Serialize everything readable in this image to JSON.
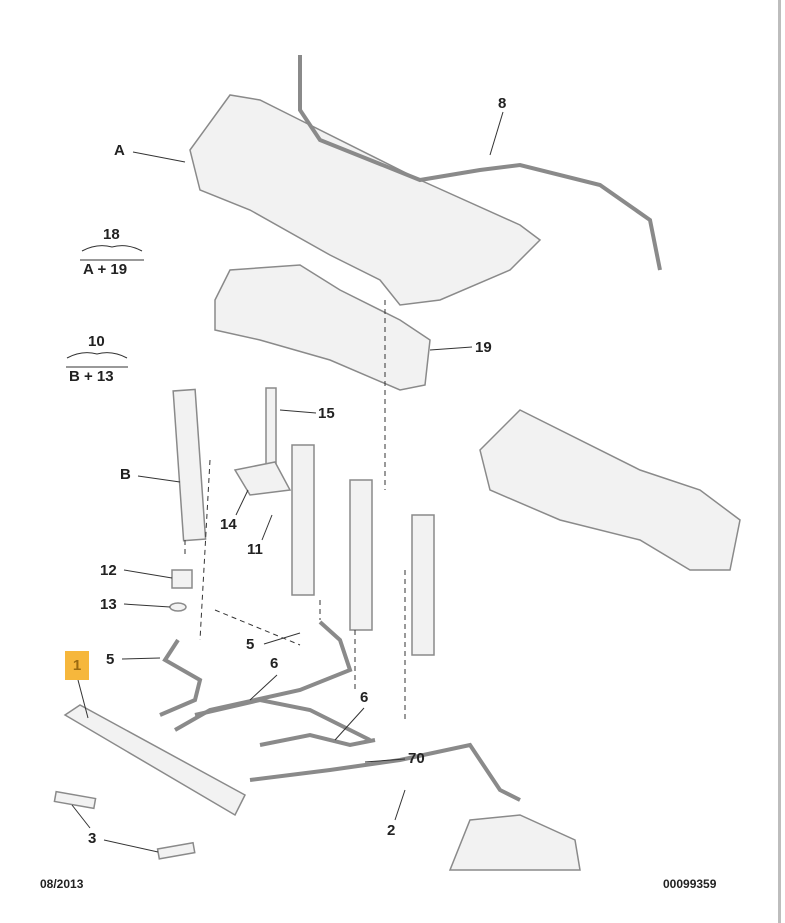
{
  "diagram": {
    "labels": {
      "A": "A",
      "8": "8",
      "18": "18",
      "A19": "A + 19",
      "10": "10",
      "B13": "B + 13",
      "19": "19",
      "15": "15",
      "B": "B",
      "14": "14",
      "11": "11",
      "12": "12",
      "13": "13",
      "1": "1",
      "5a": "5",
      "5b": "5",
      "6a": "6",
      "6b": "6",
      "70": "70",
      "2": "2",
      "3": "3"
    },
    "colors": {
      "highlight": "#f6b73c",
      "line": "#333333",
      "part_stroke": "#8a8a8a",
      "part_fill": "#f2f2f2"
    }
  },
  "footer": {
    "date": "08/2013",
    "ref": "00099359"
  }
}
